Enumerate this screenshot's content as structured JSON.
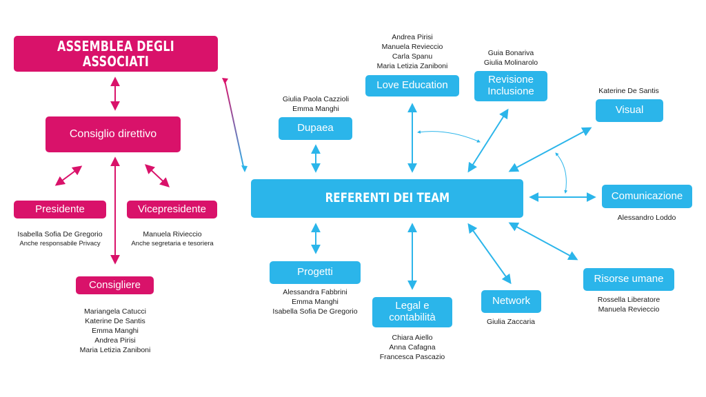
{
  "colors": {
    "pink": "#d9126a",
    "blue": "#2bb5ea",
    "text": "#1a1a1a"
  },
  "assemblea": {
    "label": "ASSEMBLEA DEGLI ASSOCIATI"
  },
  "consiglio": {
    "label": "Consiglio direttivo"
  },
  "presidente": {
    "label": "Presidente",
    "names": [
      "Isabella Sofia De Gregorio",
      "Anche responsabile Privacy"
    ]
  },
  "vicepresidente": {
    "label": "Vicepresidente",
    "names": [
      "Manuela Rivieccio",
      "Anche segretaria e tesoriera"
    ]
  },
  "consigliere": {
    "label": "Consigliere",
    "names": [
      "Mariangela Catucci",
      "Katerine De Santis",
      "Emma Manghi",
      "Andrea Pirisi",
      "Maria Letizia Zaniboni"
    ]
  },
  "referenti": {
    "label": "REFERENTI DEI TEAM"
  },
  "teams": {
    "dupaea": {
      "label": "Dupaea",
      "names": [
        "Giulia Paola Cazzioli",
        "Emma Manghi"
      ]
    },
    "love_education": {
      "label": "Love Education",
      "names": [
        "Andrea Pirisi",
        "Manuela  Revieccio",
        "Carla  Spanu",
        "Maria Letizia Zaniboni"
      ]
    },
    "revisione": {
      "label_line1": "Revisione",
      "label_line2": "Inclusione",
      "names": [
        "Guia Bonariva",
        "Giulia Molinarolo"
      ]
    },
    "visual": {
      "label": "Visual",
      "names": [
        "Katerine De Santis"
      ]
    },
    "comunicazione": {
      "label": "Comunicazione",
      "names": [
        "Alessandro Loddo"
      ]
    },
    "risorse_umane": {
      "label": "Risorse umane",
      "names": [
        "Rossella Liberatore",
        "Manuela  Revieccio"
      ]
    },
    "network": {
      "label": "Network",
      "names": [
        "Giulia Zaccaria"
      ]
    },
    "legal": {
      "label_line1": "Legal e",
      "label_line2": "contabilità",
      "names": [
        "Chiara Aiello",
        "Anna Cafagna",
        "Francesca Pascazio"
      ]
    },
    "progetti": {
      "label": "Progetti",
      "names": [
        "Alessandra Fabbrini",
        "Emma Manghi",
        "Isabella Sofia De Gregorio"
      ]
    }
  }
}
